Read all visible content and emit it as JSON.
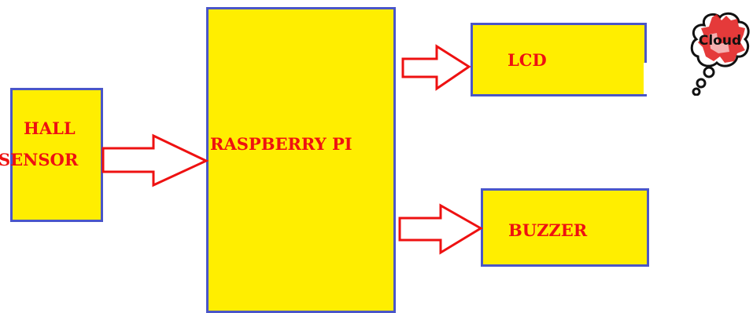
{
  "blocks": {
    "hall_sensor": {
      "line1": "HALL",
      "line2": "SENSOR"
    },
    "raspberry_pi": {
      "label": "RASPBERRY PI"
    },
    "lcd": {
      "label": "LCD"
    },
    "buzzer": {
      "label": "BUZZER"
    }
  },
  "cloud_icon": {
    "label": "Cloud"
  },
  "colors": {
    "block_fill": "#ffee00",
    "block_border": "#4a56c8",
    "text": "#ee1111",
    "arrow": "#ee1111"
  }
}
